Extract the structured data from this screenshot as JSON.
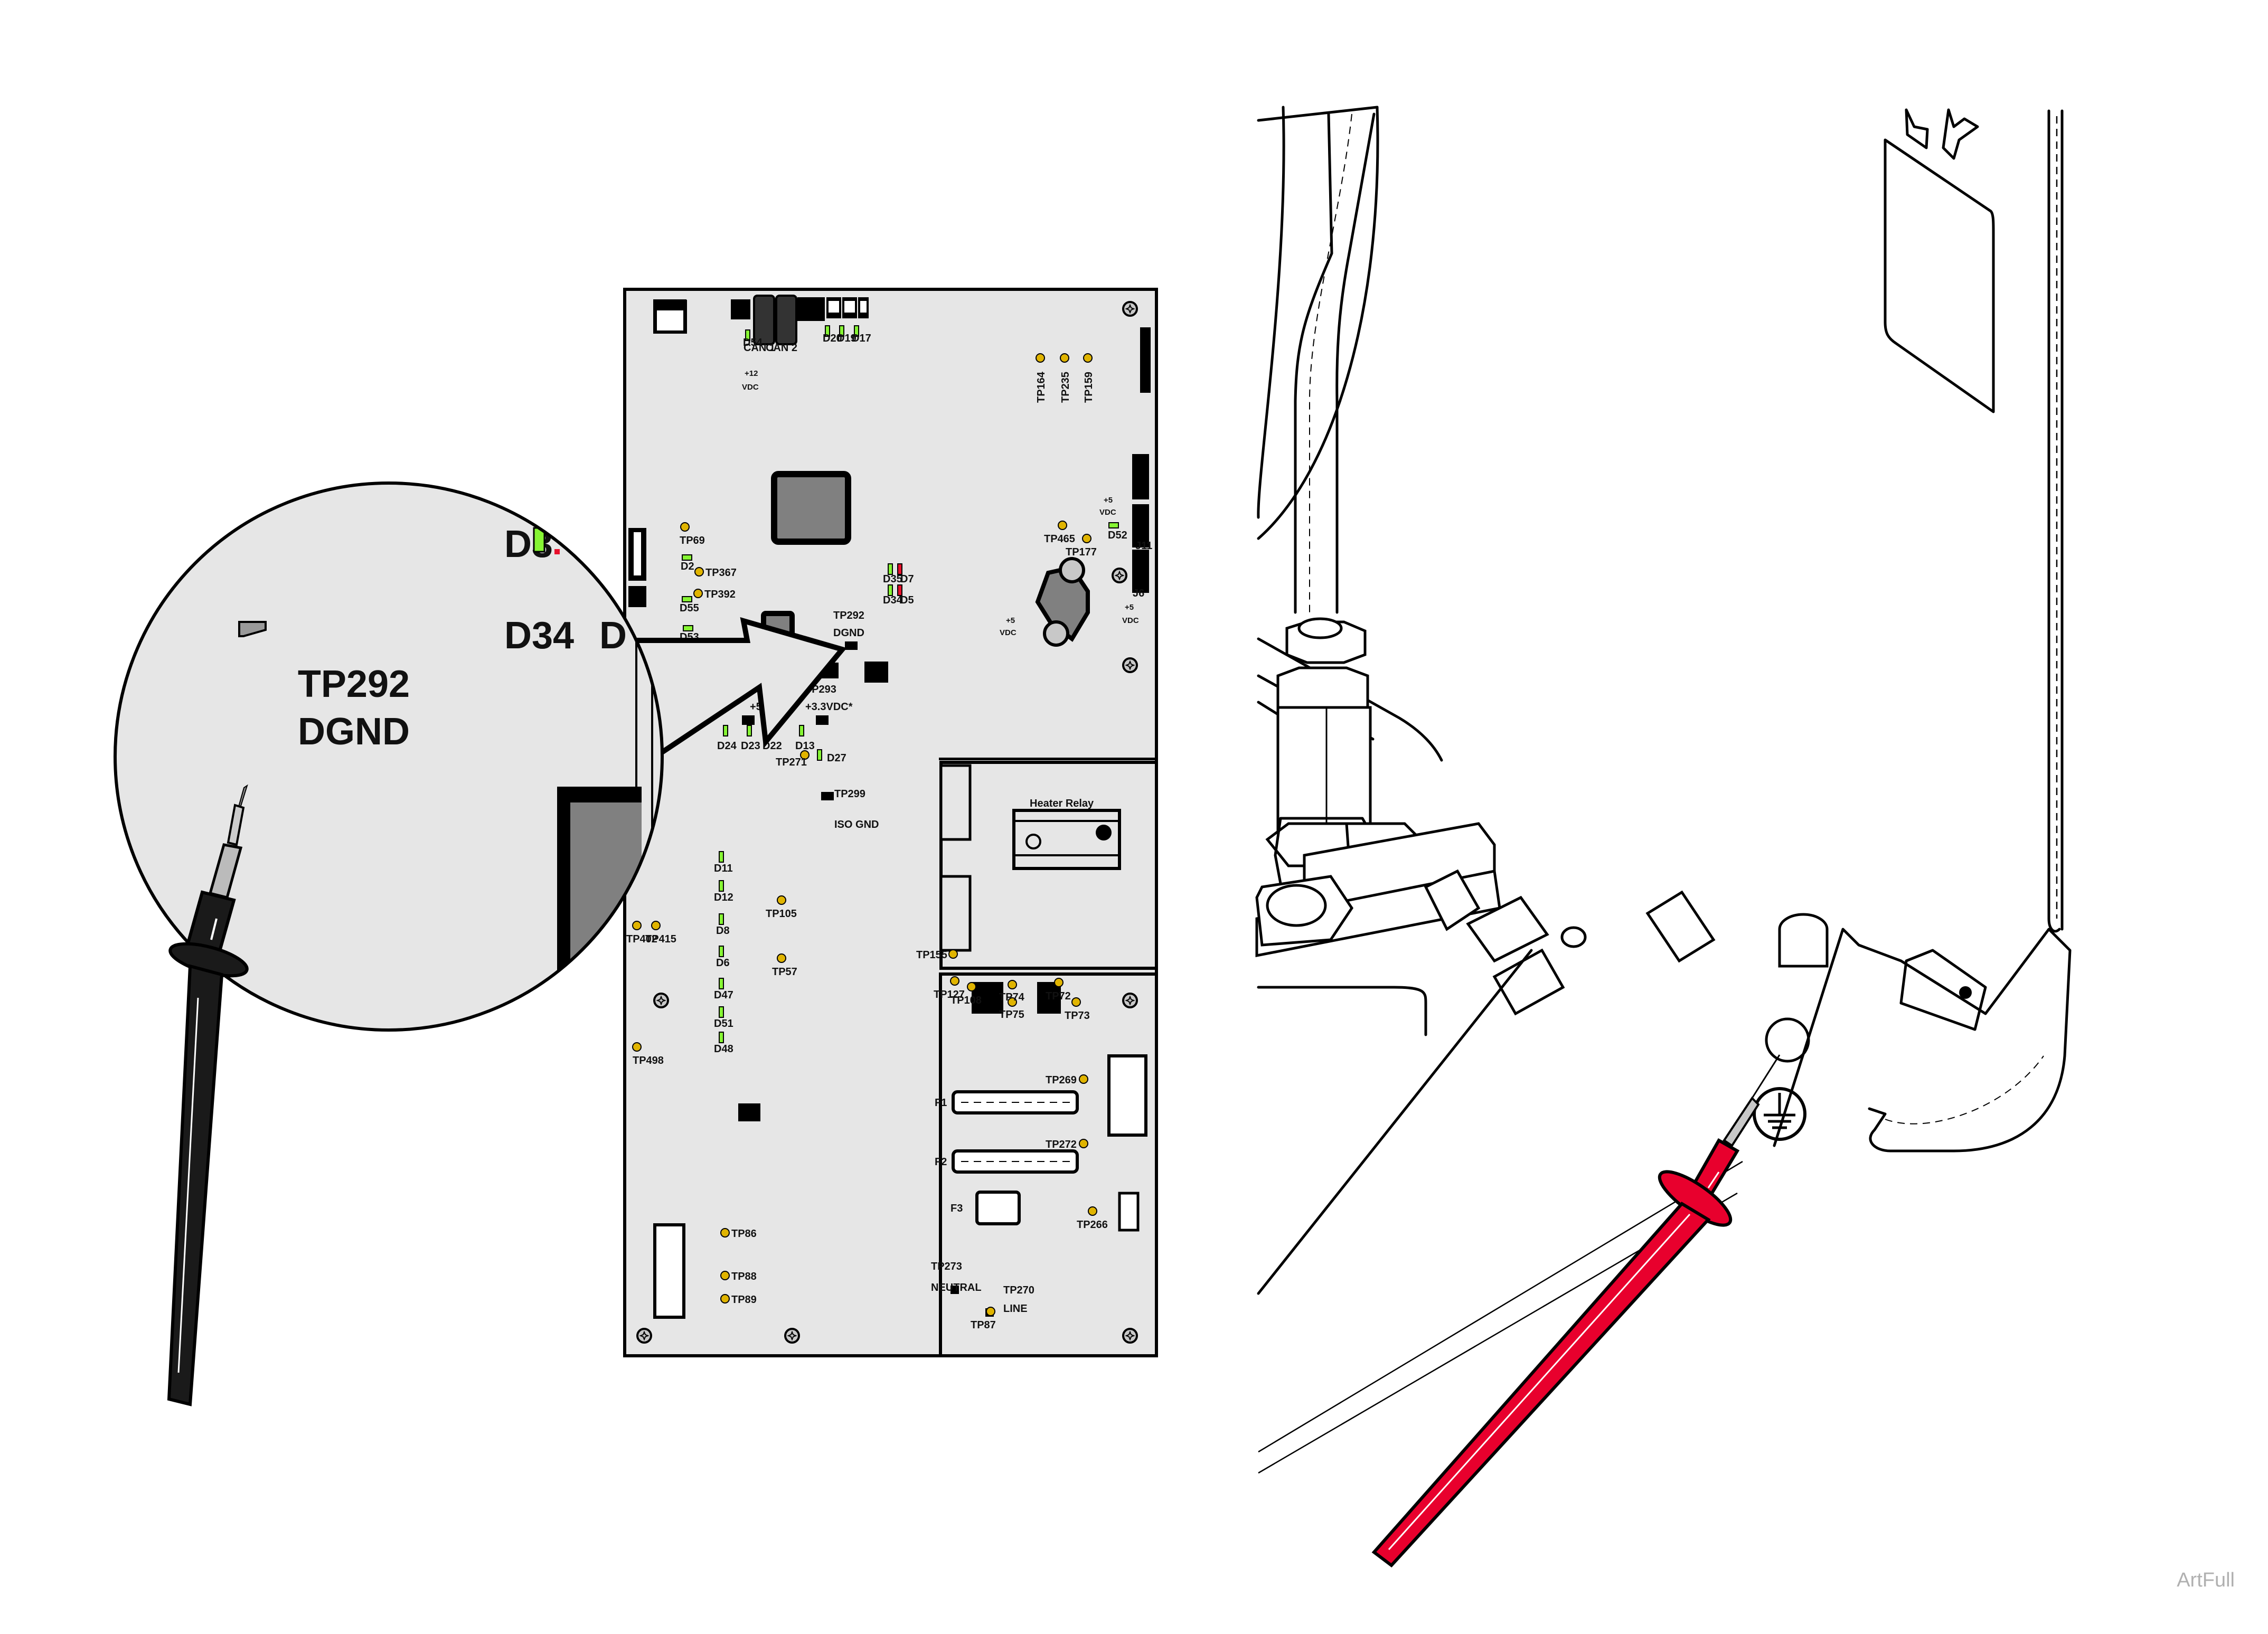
{
  "watermark": "ArtFull",
  "colors": {
    "board": "#e6e6e6",
    "led_green": "#86f533",
    "led_red": "#e8102c",
    "test_point": "#e0b400",
    "probe_black": "#1a1a1a",
    "probe_red": "#e8002d",
    "chip": "#808080"
  },
  "callout": {
    "tp_label": "TP292",
    "tp_name": "DGND",
    "led_label": "D34",
    "led_label_partial_1": "D3",
    "led_label_partial_2": "D"
  },
  "board": {
    "connectors": [
      "CAN 1",
      "CAN 2"
    ],
    "heater_relay_label": "Heater Relay",
    "voltage_labels": {
      "v12_top": "+12",
      "v12_bottom": "VDC",
      "v5a_top": "+5",
      "v5a_bottom": "VDC",
      "v5b_top": "+5",
      "v5b_bottom": "VDC",
      "v5c_top": "+5",
      "v5c_bottom": "VDC"
    },
    "jacks": [
      "J11",
      "J6"
    ],
    "test_pads": [
      {
        "id": "TP292",
        "name": "DGND"
      },
      {
        "id": "TP293",
        "name": "+3.3VDC*"
      },
      {
        "id": "",
        "name": "+5VDC*"
      },
      {
        "id": "TP299",
        "name": "ISO GND"
      },
      {
        "id": "TP273",
        "name": "NEUTRAL"
      },
      {
        "id": "TP270",
        "name": "LINE"
      }
    ],
    "leds": {
      "green": [
        "D54",
        "D20",
        "D19",
        "D17",
        "D2",
        "D55",
        "D53",
        "D35",
        "D34",
        "D52",
        "D24",
        "D23",
        "D22",
        "D13",
        "D27",
        "D11",
        "D12",
        "D8",
        "D6",
        "D47",
        "D51",
        "D48"
      ],
      "red": [
        "D7",
        "D5"
      ]
    },
    "test_points": [
      "TP164",
      "TP235",
      "TP159",
      "TP69",
      "TP367",
      "TP392",
      "TP465",
      "TP177",
      "TP271",
      "TP105",
      "TP402",
      "TP415",
      "TP57",
      "TP498",
      "TP155",
      "TP127",
      "TP108",
      "TP74",
      "TP75",
      "TP72",
      "TP73",
      "TP269",
      "TP272",
      "TP266",
      "TP86",
      "TP88",
      "TP89",
      "TP87"
    ],
    "fuses": [
      "F1",
      "F2",
      "F3"
    ]
  },
  "icons": {
    "ground_symbol": "earth-ground-icon"
  }
}
